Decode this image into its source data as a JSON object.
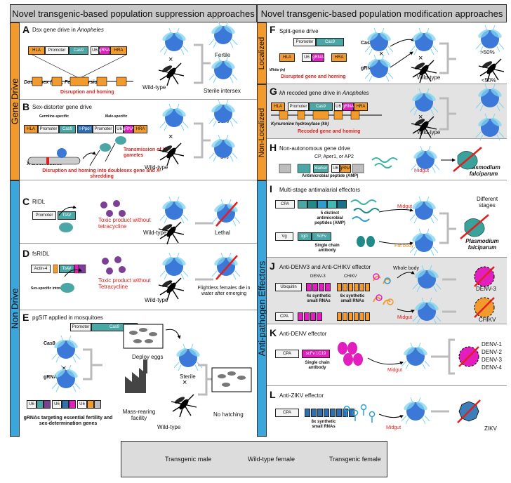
{
  "headers": {
    "left": "Novel transgenic-based population suppression approaches",
    "right": "Novel transgenic-based population modification approaches"
  },
  "sidebars": {
    "gene_drive": "Gene Drive",
    "non_drive": "Non Drive",
    "localized": "Localized",
    "non_localized": "Non-Localized",
    "anti_pathogen": "Anti-pathogen Effectors"
  },
  "common": {
    "wild_type": "Wild-type"
  },
  "panels": {
    "A": {
      "label": "A",
      "title": "Dsx gene drive in ",
      "title_italic": "Anopheles",
      "construct": [
        "HLA",
        "Promoter",
        "Cas9",
        "U6",
        "gRNA",
        "HRA"
      ],
      "gene_label": "Doublesex (dsx), Female version",
      "result": "Disruption and homing",
      "outcomes": [
        "Fertile",
        "Sterile intersex"
      ]
    },
    "B": {
      "label": "B",
      "title": "Sex-distorter gene drive",
      "note_germ": "Germline-specific",
      "note_male": "Male-specific",
      "construct": [
        "HLA",
        "Promoter",
        "Cas9",
        "I-Ppol",
        "Promoter",
        "U6",
        "gRNA",
        "HRA"
      ],
      "chromosome": "X chromosome",
      "transmission": "Transmission of Y-gametes",
      "result": "Disruption and homing into doublesex gene and X-shredding",
      "outcomes": [
        "95%",
        "5%"
      ]
    },
    "C": {
      "label": "C",
      "title": "RIDL",
      "construct": [
        "Promoter",
        "TtAV"
      ],
      "toxic": "Toxic product without tetracycline",
      "outcome": "Lethal"
    },
    "D": {
      "label": "D",
      "title": "fsRIDL",
      "construct": [
        "Actin-4",
        "TtAV"
      ],
      "intron": "Sex-specific intron",
      "toxic": "Toxic product without Tetracycline",
      "outcome": "Flightless females die in water after emerging"
    },
    "E": {
      "label": "E",
      "title": "pgSIT applied in mosquitoes",
      "construct_cas9": [
        "Promoter",
        "Cas9"
      ],
      "cas9": "Cas9",
      "grna": "gRNA",
      "grna_units": [
        "U6",
        "U6",
        "U6"
      ],
      "grna_note": "gRNAs targeting essential fertility and sex-determination genes",
      "deploy": "Deploy eggs",
      "facility": "Mass-rearing facility",
      "sterile": "Sterile",
      "no_hatching": "No hatching"
    },
    "F": {
      "label": "F",
      "title": "Split-gene drive",
      "construct_cas9": [
        "Promoter",
        "Cas9"
      ],
      "construct_grna": [
        "HLA",
        "U6",
        "gRNA",
        "HRA"
      ],
      "cas9": "Cas9",
      "grna": "gRNA",
      "gene_label": "White (w)",
      "result": "Disrupted gene and homing",
      "outcomes": [
        ">50%",
        "<50%"
      ]
    },
    "G": {
      "label": "G",
      "title": " recoded gene drive in ",
      "title_kh": "kh",
      "title_italic": "Anopheles",
      "construct": [
        "HLA",
        "Promoter",
        "Cas9",
        "U6",
        "gRNA",
        "HRA"
      ],
      "gene_label": "Kynurenine hydroxylase (kh)",
      "result": "Recoded gene and homing"
    },
    "H": {
      "label": "H",
      "title": "Non-autonomous gene drive",
      "promoters": "CP, Aper1, or AP2",
      "construct": [
        "Marker",
        "U6",
        "gRNA"
      ],
      "amp": "Antimicrobial peptide (AMP)",
      "midgut": "Midgut",
      "pathogen": "Plasmodium falciparum"
    },
    "I": {
      "label": "I",
      "title": "Multi-stage antimalarial effectors",
      "construct1": [
        "CPA"
      ],
      "amp_note": "5 distinct antimicrobial peptides (AMP)",
      "construct2": [
        "Vg",
        "IgG",
        "ScFv"
      ],
      "scfv_note": "Single chain antibody",
      "midgut": "Midgut",
      "fat_body": "Fat body",
      "stages": "Different stages",
      "pathogen": "Plasmodium falciparum"
    },
    "J": {
      "label": "J",
      "title": "Anti-DENV3 and Anti-CHIKV effector",
      "construct1": [
        "Ubiquitin"
      ],
      "construct2": [
        "CPA"
      ],
      "denv3": "DENV-3",
      "chikv": "CHIKV",
      "rna4": "4x synthetic small RNAs",
      "rna6": "6x synthetic small RNAs",
      "whole_body": "Whole body",
      "midgut": "Midgut",
      "outcomes": [
        "DENV-3",
        "CHIKV"
      ]
    },
    "K": {
      "label": "K",
      "title": "Anti-DENV effector",
      "construct": [
        "CPA",
        "scFv 1C19"
      ],
      "scfv_note": "Single chain antibody",
      "midgut": "Midgut",
      "outcomes": [
        "DENV-1",
        "DENV-2",
        "DENV-3",
        "DENV-4"
      ]
    },
    "L": {
      "label": "L",
      "title": "Anti-ZIKV effector",
      "construct": [
        "CPA"
      ],
      "rna8": "8x synthetic small RNAs",
      "midgut": "Midgut",
      "outcome": "ZIKV"
    }
  },
  "legend": {
    "male": "Transgenic male",
    "wt_female": "Wild-type female",
    "tg_female": "Transgenic female"
  },
  "colors": {
    "gene_drive_bar": "#f39a2c",
    "non_drive_bar": "#3aa6dc",
    "header_bg": "#c8c8c8",
    "panel_grey": "#e3e3e3",
    "highlight_red": "#d8231f",
    "mosquito_blue": "#3c78d8",
    "wing_cyan": "#7fd3f0",
    "cas9_teal": "#4aa7a6",
    "grna_magenta": "#e21fbe",
    "hla_orange": "#f39a2c"
  }
}
